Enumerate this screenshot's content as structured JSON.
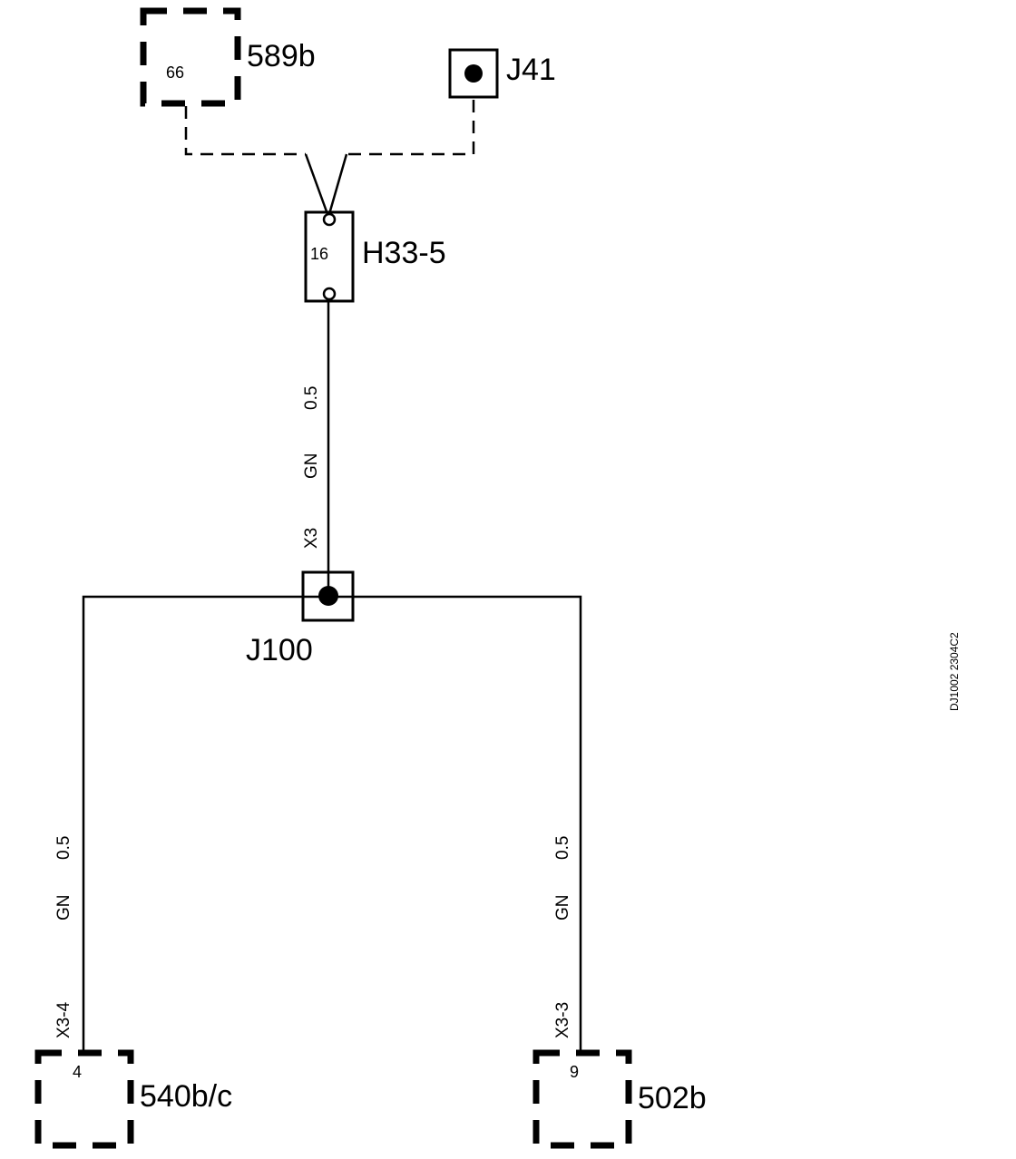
{
  "components": {
    "c589b": {
      "name": "589b",
      "pin": "66"
    },
    "j41": {
      "name": "J41"
    },
    "h33": {
      "name": "H33-5",
      "pin": "16"
    },
    "j100": {
      "name": "J100"
    },
    "c540": {
      "name": "540b/c",
      "pin": "4"
    },
    "c502": {
      "name": "502b",
      "pin": "9"
    }
  },
  "wires": {
    "top": {
      "size": "0.5",
      "color": "GN",
      "connector": "X3"
    },
    "left": {
      "size": "0.5",
      "color": "GN",
      "connector": "X3-4"
    },
    "right": {
      "size": "0.5",
      "color": "GN",
      "connector": "X3-3"
    }
  },
  "reference_code": "DJ1002 2304C2"
}
